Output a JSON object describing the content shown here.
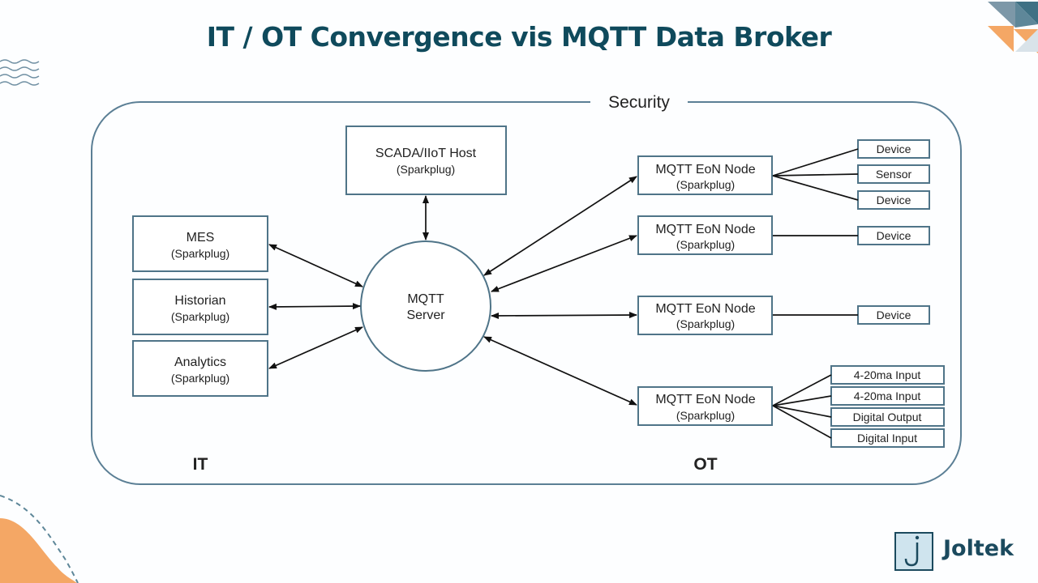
{
  "title": "IT / OT Convergence vis MQTT Data Broker",
  "colors": {
    "title": "#0f4a5c",
    "frame": "#5b7f95",
    "accent_orange": "#f4a765",
    "accent_teal": "#3f7184"
  },
  "diagram": {
    "frame_label": "Security",
    "it_label": "IT",
    "ot_label": "OT",
    "server": {
      "line1": "MQTT",
      "line2": "Server"
    },
    "scada": {
      "line1": "SCADA/IIoT Host",
      "line2": "(Sparkplug)"
    },
    "it_apps": [
      {
        "line1": "MES",
        "line2": "(Sparkplug)"
      },
      {
        "line1": "Historian",
        "line2": "(Sparkplug)"
      },
      {
        "line1": "Analytics",
        "line2": "(Sparkplug)"
      }
    ],
    "eon_nodes": [
      {
        "line1": "MQTT EoN Node",
        "line2": "(Sparkplug)"
      },
      {
        "line1": "MQTT EoN Node",
        "line2": "(Sparkplug)"
      },
      {
        "line1": "MQTT EoN Node",
        "line2": "(Sparkplug)"
      },
      {
        "line1": "MQTT EoN Node",
        "line2": "(Sparkplug)"
      }
    ],
    "node1_devices": [
      "Device",
      "Sensor",
      "Device"
    ],
    "node2_devices": [
      "Device"
    ],
    "node3_devices": [
      "Device"
    ],
    "node4_io": [
      "4-20ma Input",
      "4-20ma Input",
      "Digital Output",
      "Digital Input"
    ]
  },
  "logo": {
    "name": "Joltek",
    "icon": "j-letter-icon"
  }
}
